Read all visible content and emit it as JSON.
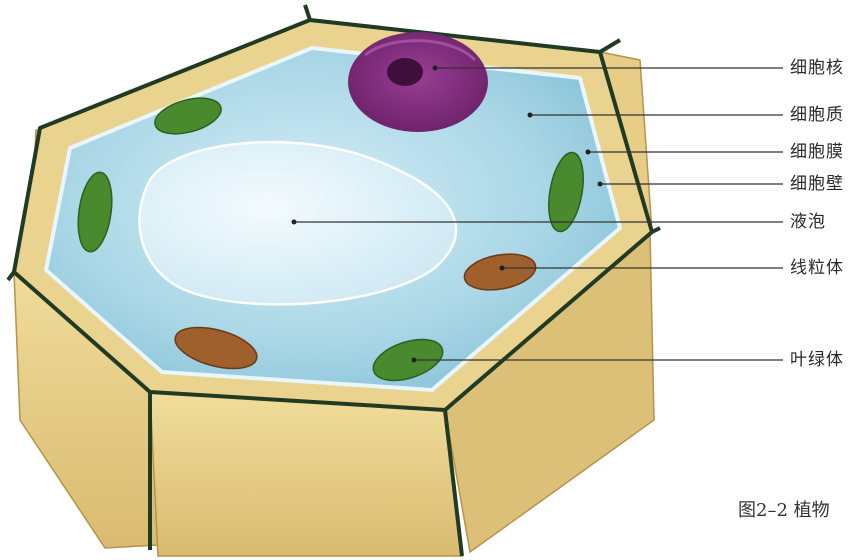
{
  "labels": {
    "nucleus": "细胞核",
    "cytoplasm": "细胞质",
    "cell_membrane": "细胞膜",
    "cell_wall": "细胞壁",
    "vacuole": "液泡",
    "mitochondrion": "线粒体",
    "chloroplast": "叶绿体"
  },
  "caption": "图2–2 植物",
  "colors": {
    "wall": "#e6cf8c",
    "wall_dark": "#c9a85a",
    "middle_lamella": "#1f3b24",
    "cytoplasm": "#a9d6e6",
    "vacuole": "#e6f4fb",
    "nucleus": "#7b2a78",
    "chloroplast": "#4a8a2e",
    "mitochondrion": "#a0602e"
  }
}
